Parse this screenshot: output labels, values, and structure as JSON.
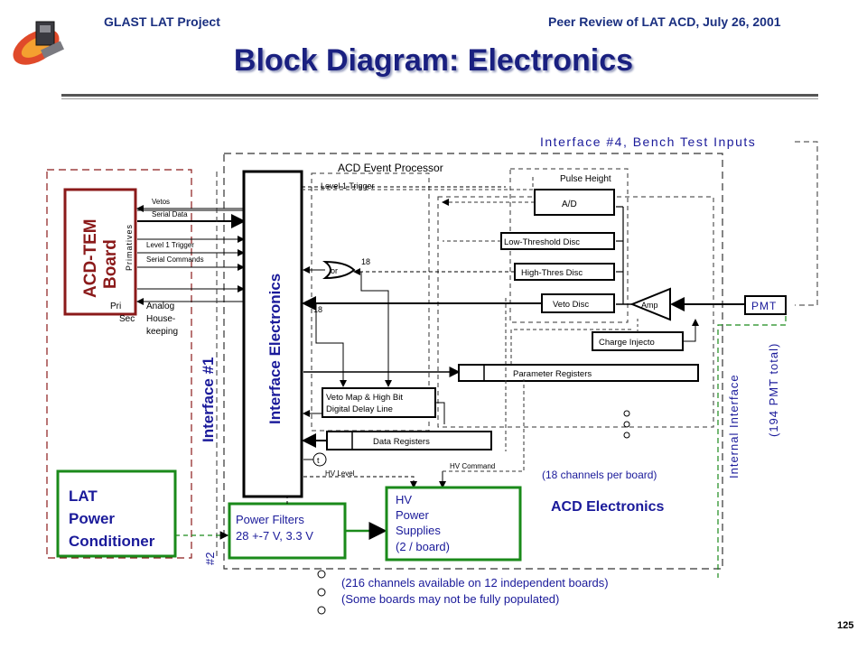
{
  "header": {
    "left": "GLAST LAT Project",
    "right": "Peer Review of LAT ACD, July 26, 2001",
    "title": "Block Diagram: Electronics",
    "page_number": "125"
  },
  "diagram": {
    "interface4": "Interface #4, Bench Test Inputs",
    "acd_event_processor": "ACD Event Processor",
    "level1_trigger_top": "Level 1 Trigger",
    "pulse_height": "Pulse Height",
    "ad": "A/D",
    "low_threshold": "Low-Threshold Disc",
    "high_threshold": "High-Thres Disc",
    "veto_disc": "Veto Disc",
    "amp": "Amp",
    "pmt": "PMT",
    "charge_injector": "Charge Injecto",
    "parameter_registers": "Parameter Registers",
    "veto_map_line1": "Veto Map & High Bit",
    "veto_map_line2": "Digital Delay Line",
    "data_registers": "Data Registers",
    "or_gate": "or",
    "count_18a": "18",
    "count_18b": "18",
    "acd_tem_line1": "ACD-TEM",
    "acd_tem_line2": "Board",
    "primatives": "Primatives",
    "pri": "Pri",
    "sec": "Sec",
    "vetos": "Vetos",
    "serial_data": "Serial Data",
    "level1_trigger": "Level 1 Trigger",
    "serial_commands": "Serial Commands",
    "analog_housekeeping": [
      "Analog",
      "House-",
      "keeping"
    ],
    "interface1": "Interface #1",
    "interface_electronics": "Interface Electronics",
    "t_circle": "t",
    "hv_level": "HV Level",
    "hv_command": "HV Command",
    "channels_per_board": "(18 channels per board)",
    "acd_electronics": "ACD Electronics",
    "internal_interface": "Internal Interface",
    "pmt_total": "(194 PMT total)",
    "lat_power": [
      "LAT",
      "Power",
      "Conditioner"
    ],
    "power_filters": [
      "Power Filters",
      "28 +-7 V, 3.3 V"
    ],
    "hv_supplies": [
      "HV",
      "Power",
      "Supplies",
      "(2 / board)"
    ],
    "interface2": "#2",
    "footnote1": "(216 channels available on 12 independent boards)",
    "footnote2": "(Some boards may not be fully populated)"
  },
  "colors": {
    "header_blue": "#1a2f80",
    "tem_border": "#8b1a1a",
    "power_green": "#1a8a1a",
    "label_blue": "#1a1a9a"
  }
}
